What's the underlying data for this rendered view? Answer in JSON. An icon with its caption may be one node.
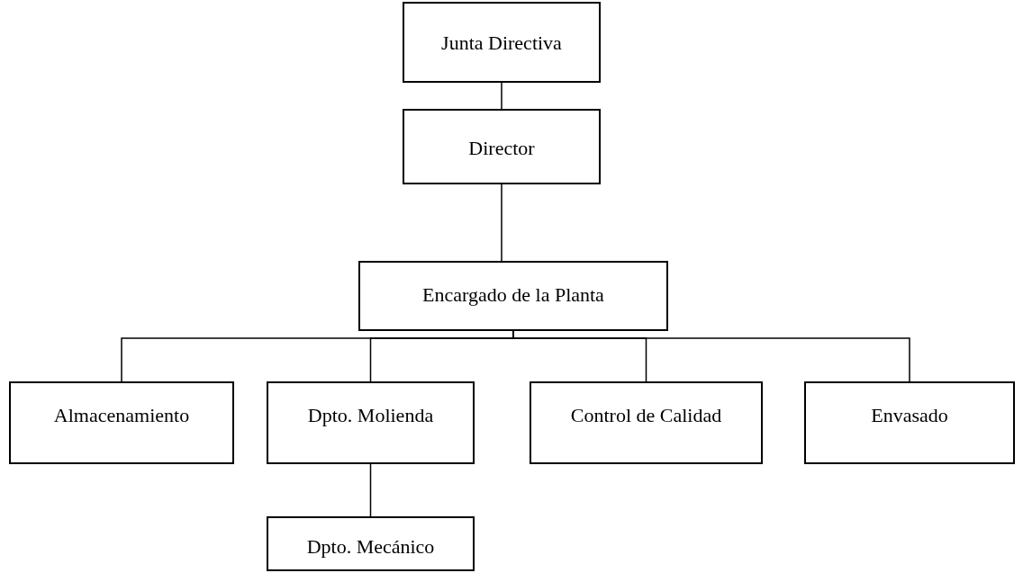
{
  "diagram": {
    "nodes": [
      {
        "text": [
          "Junta Directiva"
        ]
      },
      {
        "text": [
          "Director"
        ]
      },
      {
        "text": [
          "Encargado de la Planta"
        ]
      },
      {
        "text": [
          "Almacenamiento"
        ]
      },
      {
        "text": [
          "Dpto. Molienda"
        ]
      },
      {
        "text": [
          "Control de Calidad"
        ]
      },
      {
        "text": [
          "Envasado"
        ]
      },
      {
        "text": [
          "Dpto. Mecánico"
        ]
      }
    ],
    "edges": [
      {
        "from": 0,
        "to": 1,
        "arrow": "none"
      },
      {
        "from": 1,
        "to": 2,
        "arrow": "none"
      },
      {
        "from": 2,
        "to": 3,
        "arrow": "none"
      },
      {
        "from": 2,
        "to": 4,
        "arrow": "none"
      },
      {
        "from": 2,
        "to": 5,
        "arrow": "none"
      },
      {
        "from": 2,
        "to": 6,
        "arrow": "none"
      },
      {
        "from": 4,
        "to": 7,
        "arrow": "none"
      }
    ]
  }
}
